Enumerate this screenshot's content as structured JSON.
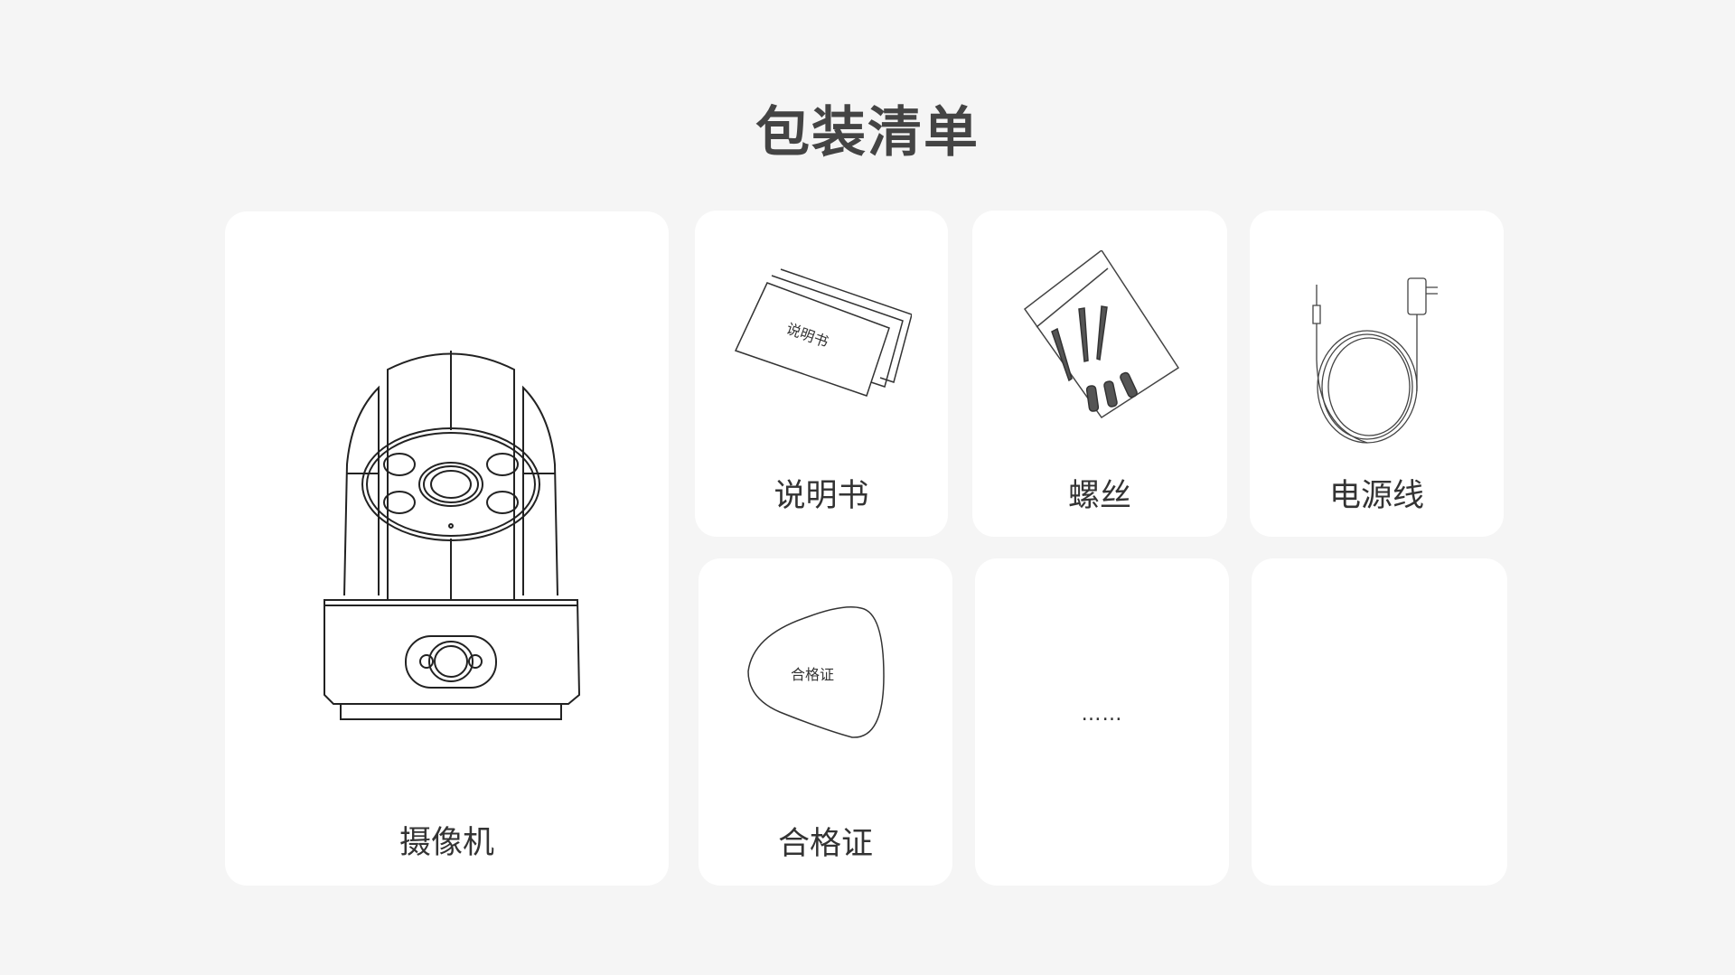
{
  "page": {
    "title": "包装清单"
  },
  "items": [
    {
      "label": "摄像机",
      "icon": "camera-icon"
    },
    {
      "label": "说明书",
      "icon": "manual-icon",
      "icon_text": "说明书"
    },
    {
      "label": "螺丝",
      "icon": "screws-bag-icon"
    },
    {
      "label": "电源线",
      "icon": "power-cable-icon"
    },
    {
      "label": "合格证",
      "icon": "certificate-icon",
      "icon_text": "合格证"
    },
    {
      "label": "",
      "placeholder": "……"
    },
    {
      "label": ""
    }
  ]
}
